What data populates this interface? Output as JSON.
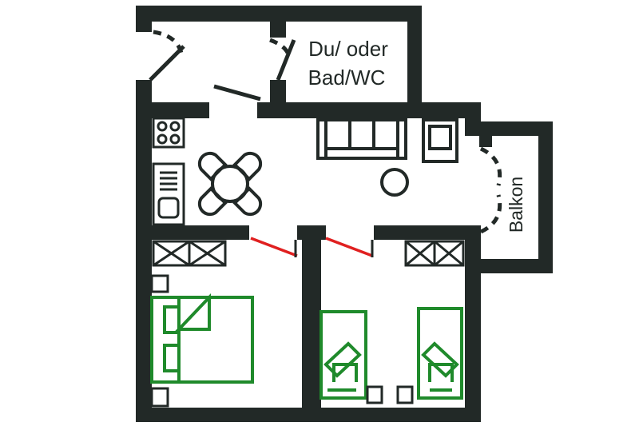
{
  "floorplan": {
    "rooms": {
      "bathroom": {
        "line1": "Du/ oder",
        "line2": "Bad/WC"
      },
      "balcony": {
        "label": "Balkon"
      }
    }
  },
  "colors": {
    "wall": "#222927",
    "bed": "#1f8a2b",
    "door_highlight": "#e02020",
    "background": "#ffffff"
  },
  "icons": [
    "stove-icon",
    "sink-icon",
    "dining-table-icon",
    "chair-icon",
    "sofa-icon",
    "armchair-icon",
    "round-table-icon",
    "double-bed-icon",
    "single-bed-icon",
    "wardrobe-icon",
    "nightstand-icon"
  ]
}
